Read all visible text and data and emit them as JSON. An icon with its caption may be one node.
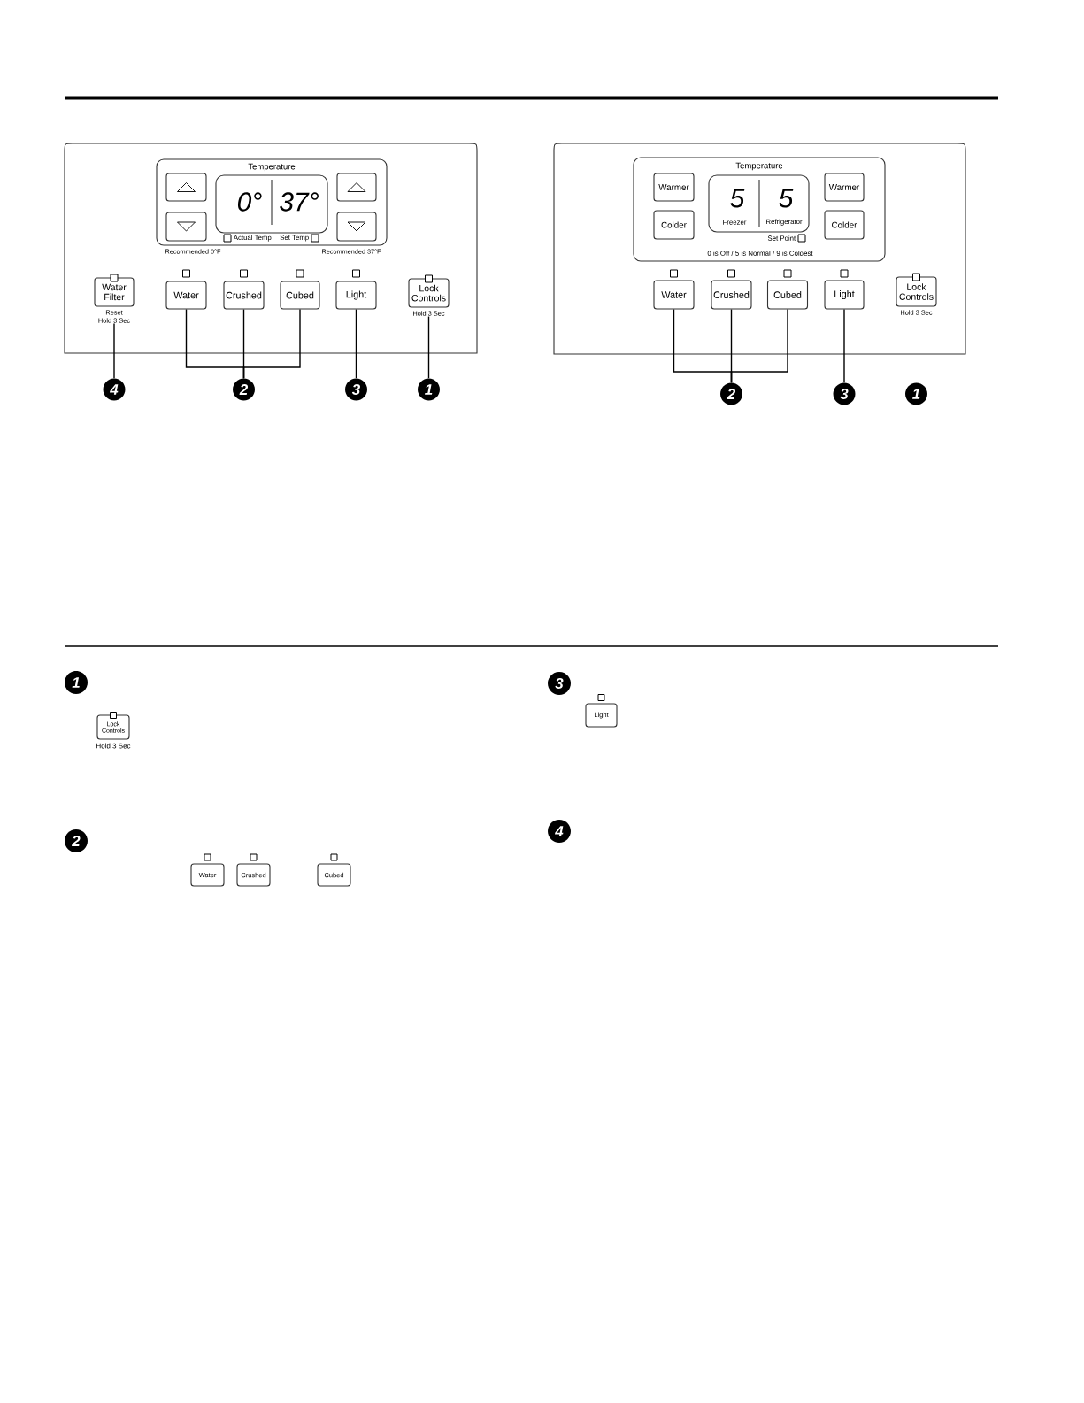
{
  "diagram": {
    "nodes": [
      {
        "text": [],
        "shape": "box"
      },
      {
        "text": [
          "Temperature"
        ],
        "in": 0
      },
      {
        "text": [],
        "shape": "box",
        "in": 1
      },
      {
        "text": [],
        "shape": "box",
        "in": 1
      },
      {
        "text": [
          "0°",
          "37°"
        ],
        "beside": [
          "Actual Temp",
          "Set Temp"
        ],
        "in": 1
      },
      {
        "text": [],
        "shape": "box",
        "in": 1
      },
      {
        "text": [],
        "shape": "box",
        "in": 1
      },
      {
        "text": [
          "Water Filter"
        ],
        "beside": [
          "Reset",
          "Hold 3 Sec"
        ],
        "in": 0
      },
      {
        "text": [
          "Water"
        ],
        "in": 0
      },
      {
        "text": [
          "Crushed"
        ],
        "in": 0
      },
      {
        "text": [
          "Cubed"
        ],
        "in": 0
      },
      {
        "text": [
          "Light"
        ],
        "in": 0
      },
      {
        "text": [
          "Lock Controls"
        ],
        "beside": [
          "Hold 3 Sec"
        ],
        "in": 0
      },
      {
        "text": [
          "4"
        ]
      },
      {
        "text": [
          "2"
        ]
      },
      {
        "text": [
          "3"
        ]
      },
      {
        "text": [
          "1"
        ]
      },
      {
        "text": [],
        "shape": "box"
      },
      {
        "text": [
          "Temperature"
        ],
        "in": 17
      },
      {
        "text": [
          "Warmer"
        ],
        "in": 18
      },
      {
        "text": [
          "Colder"
        ],
        "in": 18
      },
      {
        "text": [
          "5",
          "Freezer",
          "5",
          "Refrigerator"
        ],
        "beside": [
          "Set Point"
        ],
        "in": 18
      },
      {
        "text": [
          "Warmer"
        ],
        "in": 18
      },
      {
        "text": [
          "Colder"
        ],
        "in": 18
      },
      {
        "text": [
          "Water"
        ],
        "in": 17
      },
      {
        "text": [
          "Crushed"
        ],
        "in": 17
      },
      {
        "text": [
          "Cubed"
        ],
        "in": 17
      },
      {
        "text": [
          "Light"
        ],
        "in": 17
      },
      {
        "text": [
          "Lock Controls"
        ],
        "beside": [
          "Hold 3 Sec"
        ],
        "in": 17
      },
      {
        "text": [
          "2"
        ]
      },
      {
        "text": [
          "3"
        ]
      },
      {
        "text": [
          "1"
        ]
      },
      {
        "text": [
          "1"
        ]
      },
      {
        "text": [
          "Lock Controls"
        ],
        "beside": [
          "Hold 3 Sec"
        ]
      },
      {
        "text": [
          "2"
        ]
      },
      {
        "text": [
          "Water"
        ]
      },
      {
        "text": [
          "Crushed"
        ]
      },
      {
        "text": [
          "Cubed"
        ]
      },
      {
        "text": [
          "3"
        ]
      },
      {
        "text": [
          "Light"
        ]
      },
      {
        "text": [
          "4"
        ]
      }
    ],
    "edges": [
      {
        "from": 13,
        "to": 7,
        "arrow": "none"
      },
      {
        "from": 14,
        "to": 8,
        "arrow": "none"
      },
      {
        "from": 14,
        "to": 9,
        "arrow": "none"
      },
      {
        "from": 14,
        "to": 10,
        "arrow": "none"
      },
      {
        "from": 15,
        "to": 11,
        "arrow": "none"
      },
      {
        "from": 16,
        "to": 12,
        "arrow": "none"
      },
      {
        "from": 29,
        "to": 24,
        "arrow": "none"
      },
      {
        "from": 29,
        "to": 25,
        "arrow": "none"
      },
      {
        "from": 29,
        "to": 26,
        "arrow": "none"
      },
      {
        "from": 30,
        "to": 27,
        "arrow": "none"
      }
    ],
    "labels": [
      "Recommended 0°F",
      "Recommended 37°F",
      "0 is Off / 5 is Normal / 9 is Coldest"
    ]
  }
}
